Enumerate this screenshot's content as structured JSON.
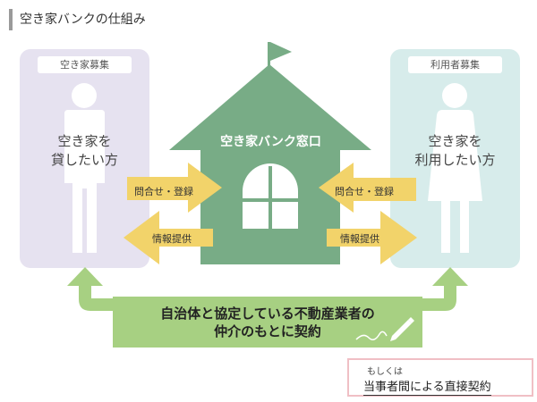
{
  "title": "空き家バンクの仕組み",
  "left_panel": {
    "tag": "空き家募集",
    "line1": "空き家を",
    "line2": "貸したい方"
  },
  "right_panel": {
    "tag": "利用者募集",
    "line1": "空き家を",
    "line2": "利用したい方"
  },
  "house": {
    "title": "空き家バンク窓口"
  },
  "arrows": {
    "left_inquiry": "問合せ・登録",
    "left_info": "情報提供",
    "right_inquiry": "問合せ・登録",
    "right_info": "情報提供"
  },
  "contract": {
    "line1": "自治体と協定している不動産業者の",
    "line2": "仲介のもとに契約"
  },
  "direct": {
    "small": "もしくは",
    "main": "当事者間による直接契約"
  },
  "colors": {
    "house_green": "#78ac86",
    "window_white": "#ffffff",
    "arrow_yellow": "#f2d36a",
    "contract_green": "#a7d082",
    "left_panel": "#e6e2f0",
    "right_panel": "#d7eceb",
    "direct_border": "#f0bfc5"
  }
}
